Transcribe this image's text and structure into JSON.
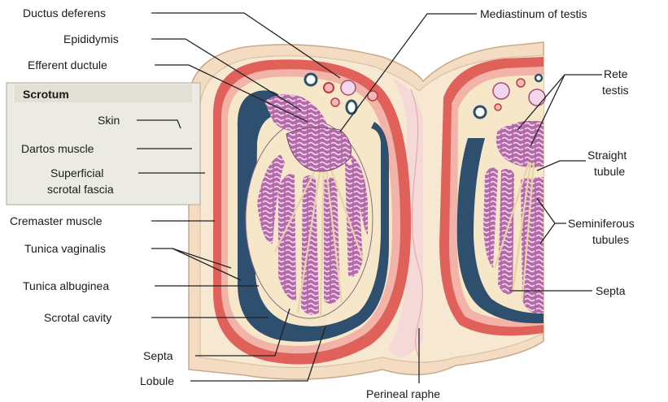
{
  "labels": {
    "ductus_deferens": "Ductus deferens",
    "epididymis": "Epididymis",
    "efferent_ductule": "Efferent ductule",
    "scrotum_box_title": "Scrotum",
    "skin": "Skin",
    "dartos_muscle": "Dartos muscle",
    "superficial_scrotal_fascia_line1": "Superficial",
    "superficial_scrotal_fascia_line2": "scrotal fascia",
    "cremaster_muscle": "Cremaster muscle",
    "tunica_vaginalis": "Tunica vaginalis",
    "tunica_albuginea": "Tunica albuginea",
    "scrotal_cavity": "Scrotal cavity",
    "septa_left": "Septa",
    "lobule": "Lobule",
    "perineal_raphe": "Perineal raphe",
    "mediastinum_of_testis": "Mediastinum of testis",
    "rete_testis_line1": "Rete",
    "rete_testis_line2": "testis",
    "straight_tubule_line1": "Straight",
    "straight_tubule_line2": "tubule",
    "seminiferous_tubules_line1": "Seminiferous",
    "seminiferous_tubules_line2": "tubules",
    "septa_right": "Septa"
  },
  "colors": {
    "skin": "#f3dcc2",
    "fascia": "#f7e8d2",
    "muscle_red": "#e0605a",
    "muscle_pink": "#f2b3a8",
    "tunica_blue": "#2f4f6e",
    "lobule_purple": "#b46aa8",
    "tubule_light": "#f0d2ea",
    "septa_cream": "#f6e7c8",
    "raphe_pink": "#f4d4d8"
  }
}
